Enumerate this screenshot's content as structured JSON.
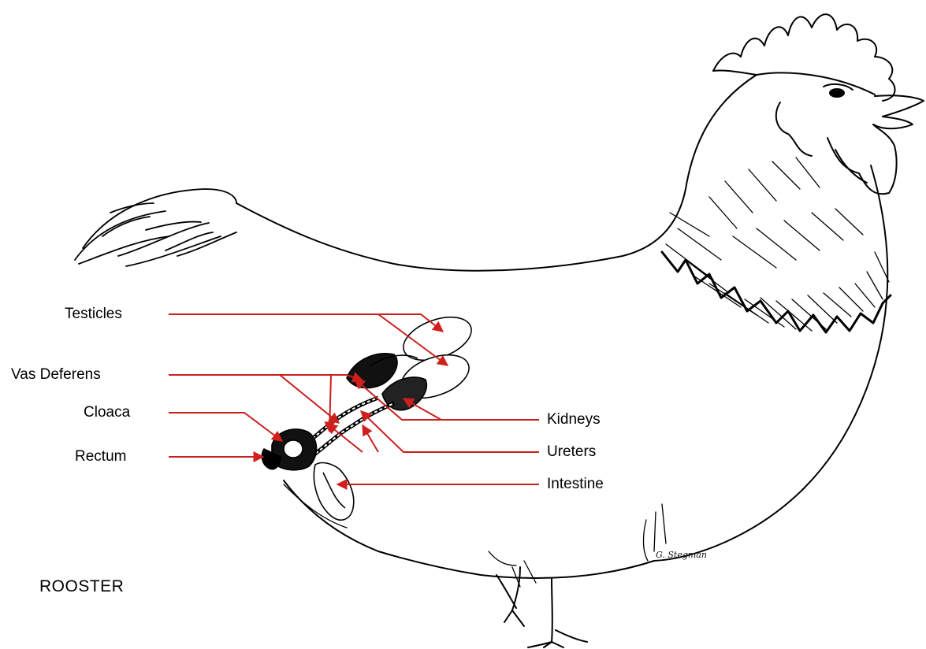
{
  "title": "ROOSTER",
  "signature": "G. Stegman",
  "colors": {
    "leader": "#c8201e",
    "ink": "#000000",
    "background": "#ffffff"
  },
  "labels": {
    "testicles": "Testicles",
    "vas_deferens": "Vas Deferens",
    "cloaca": "Cloaca",
    "rectum": "Rectum",
    "kidneys": "Kidneys",
    "ureters": "Ureters",
    "intestine": "Intestine"
  }
}
